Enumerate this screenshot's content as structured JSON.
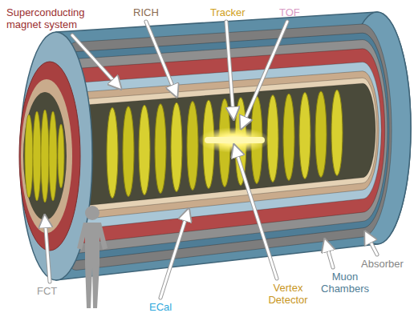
{
  "diagram": {
    "labels": [
      "Superconducting magnet system",
      "RICH",
      "Tracker",
      "TOF",
      "FCT",
      "ECal",
      "Vertex Detector",
      "Muon Chambers",
      "Absorber"
    ]
  }
}
